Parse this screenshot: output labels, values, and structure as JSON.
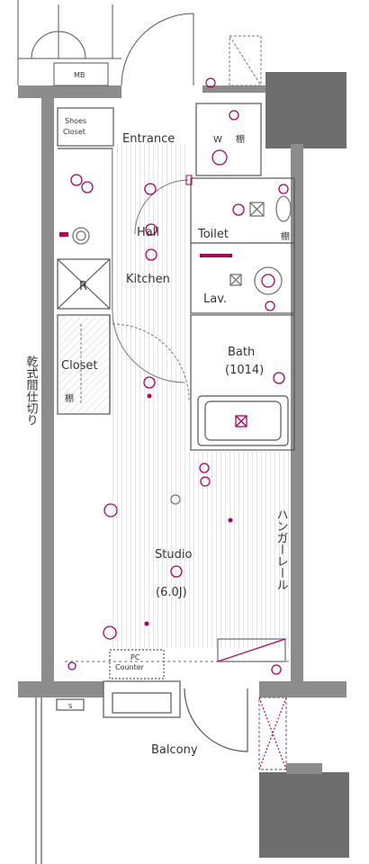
{
  "labels": {
    "mb": "MB",
    "shoes_closet_line1": "Shoes",
    "shoes_closet_line2": "Closet",
    "entrance": "Entrance",
    "washer": "W",
    "shelf": "棚",
    "hall": "Hall",
    "toilet": "Toilet",
    "kitchen": "Kitchen",
    "fridge": "R",
    "lav": "Lav.",
    "closet": "Closet",
    "bath": "Bath",
    "bath_size": "(1014)",
    "studio": "Studio",
    "studio_size": "(6.0J)",
    "hanger_rail": "ハンガーレール",
    "dry_closet": "乾式間仕切り",
    "pc_counter_line1": "PC",
    "pc_counter_line2": "Counter",
    "balcony": "Balcony",
    "small_s": "S"
  },
  "colors": {
    "wall": "#8c8c8c",
    "wall_dark": "#6e6e6e",
    "line": "#555555",
    "floor_line": "#c8c8c8",
    "fixture": "#b0005a",
    "bath_pattern": "#bdbdbd"
  }
}
